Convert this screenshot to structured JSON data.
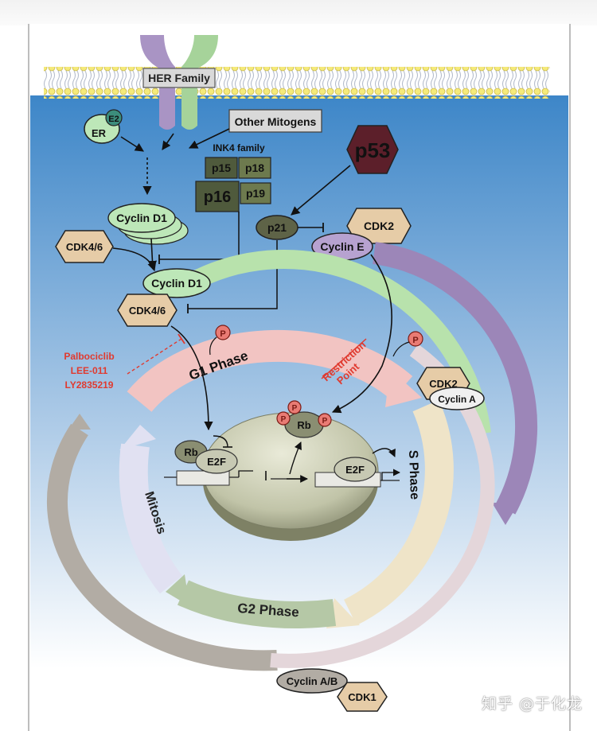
{
  "labels": {
    "her_family": "HER Family",
    "e2": "E2",
    "er": "ER",
    "other_mitogens": "Other Mitogens",
    "ink4_family": "INK4 family",
    "p15": "p15",
    "p18": "p18",
    "p16": "p16",
    "p19": "p19",
    "p53": "p53",
    "cdk2_top": "CDK2",
    "p21": "p21",
    "cyclin_e": "Cyclin E",
    "cyclin_d1_stack": "Cyclin D1",
    "cdk46_top": "CDK4/6",
    "cyclin_d1_complex": "Cyclin D1",
    "cdk46_complex": "CDK4/6",
    "drug_1": "Palbociclib",
    "drug_2": "LEE-011",
    "drug_3": "LY2835219",
    "g1_phase": "G1 Phase",
    "restriction_1": "Restriction",
    "restriction_2": "Point",
    "cdk2_s": "CDK2",
    "cyclin_a": "Cyclin A",
    "s_phase": "S Phase",
    "mitosis": "Mitosis",
    "g2_phase": "G2 Phase",
    "rb_left": "Rb",
    "e2f_left": "E2F",
    "rb_center": "Rb",
    "e2f_right": "E2F",
    "phospho": "P",
    "cyclin_ab": "Cyclin A/B",
    "cdk1": "CDK1"
  },
  "watermark": "知乎 @于化龙",
  "colors": {
    "cytoplasm_top": "#3d86c8",
    "cytoplasm_bottom": "#ffffff",
    "drug_red": "#e03a2f",
    "p53_fill": "#5c1f2a",
    "tan_hexagon": "#e6cca7",
    "green_oval": "#bde7b8",
    "lavender_oval": "#b7a2d0",
    "ink4_box": "#4f5a3c",
    "g1_arc": "#f2c4c2",
    "s_arc": "#efe4c8",
    "g2_arc": "#b5c8a6",
    "mitosis_arc": "#e1e1f2"
  }
}
